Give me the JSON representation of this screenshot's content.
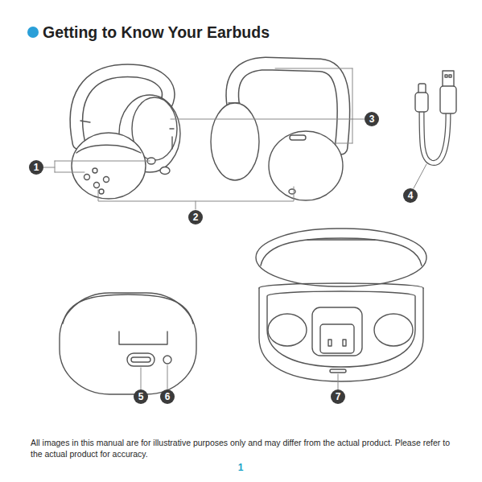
{
  "diagram": {
    "title": "Getting to Know Your Earbuds",
    "caption": "All images in this manual are for illustrative purposes only and may differ from the actual product. Please refer to the actual product for accuracy.",
    "labels": [
      "1",
      "2",
      "3",
      "4",
      "5",
      "6",
      "7",
      "1"
    ]
  }
}
